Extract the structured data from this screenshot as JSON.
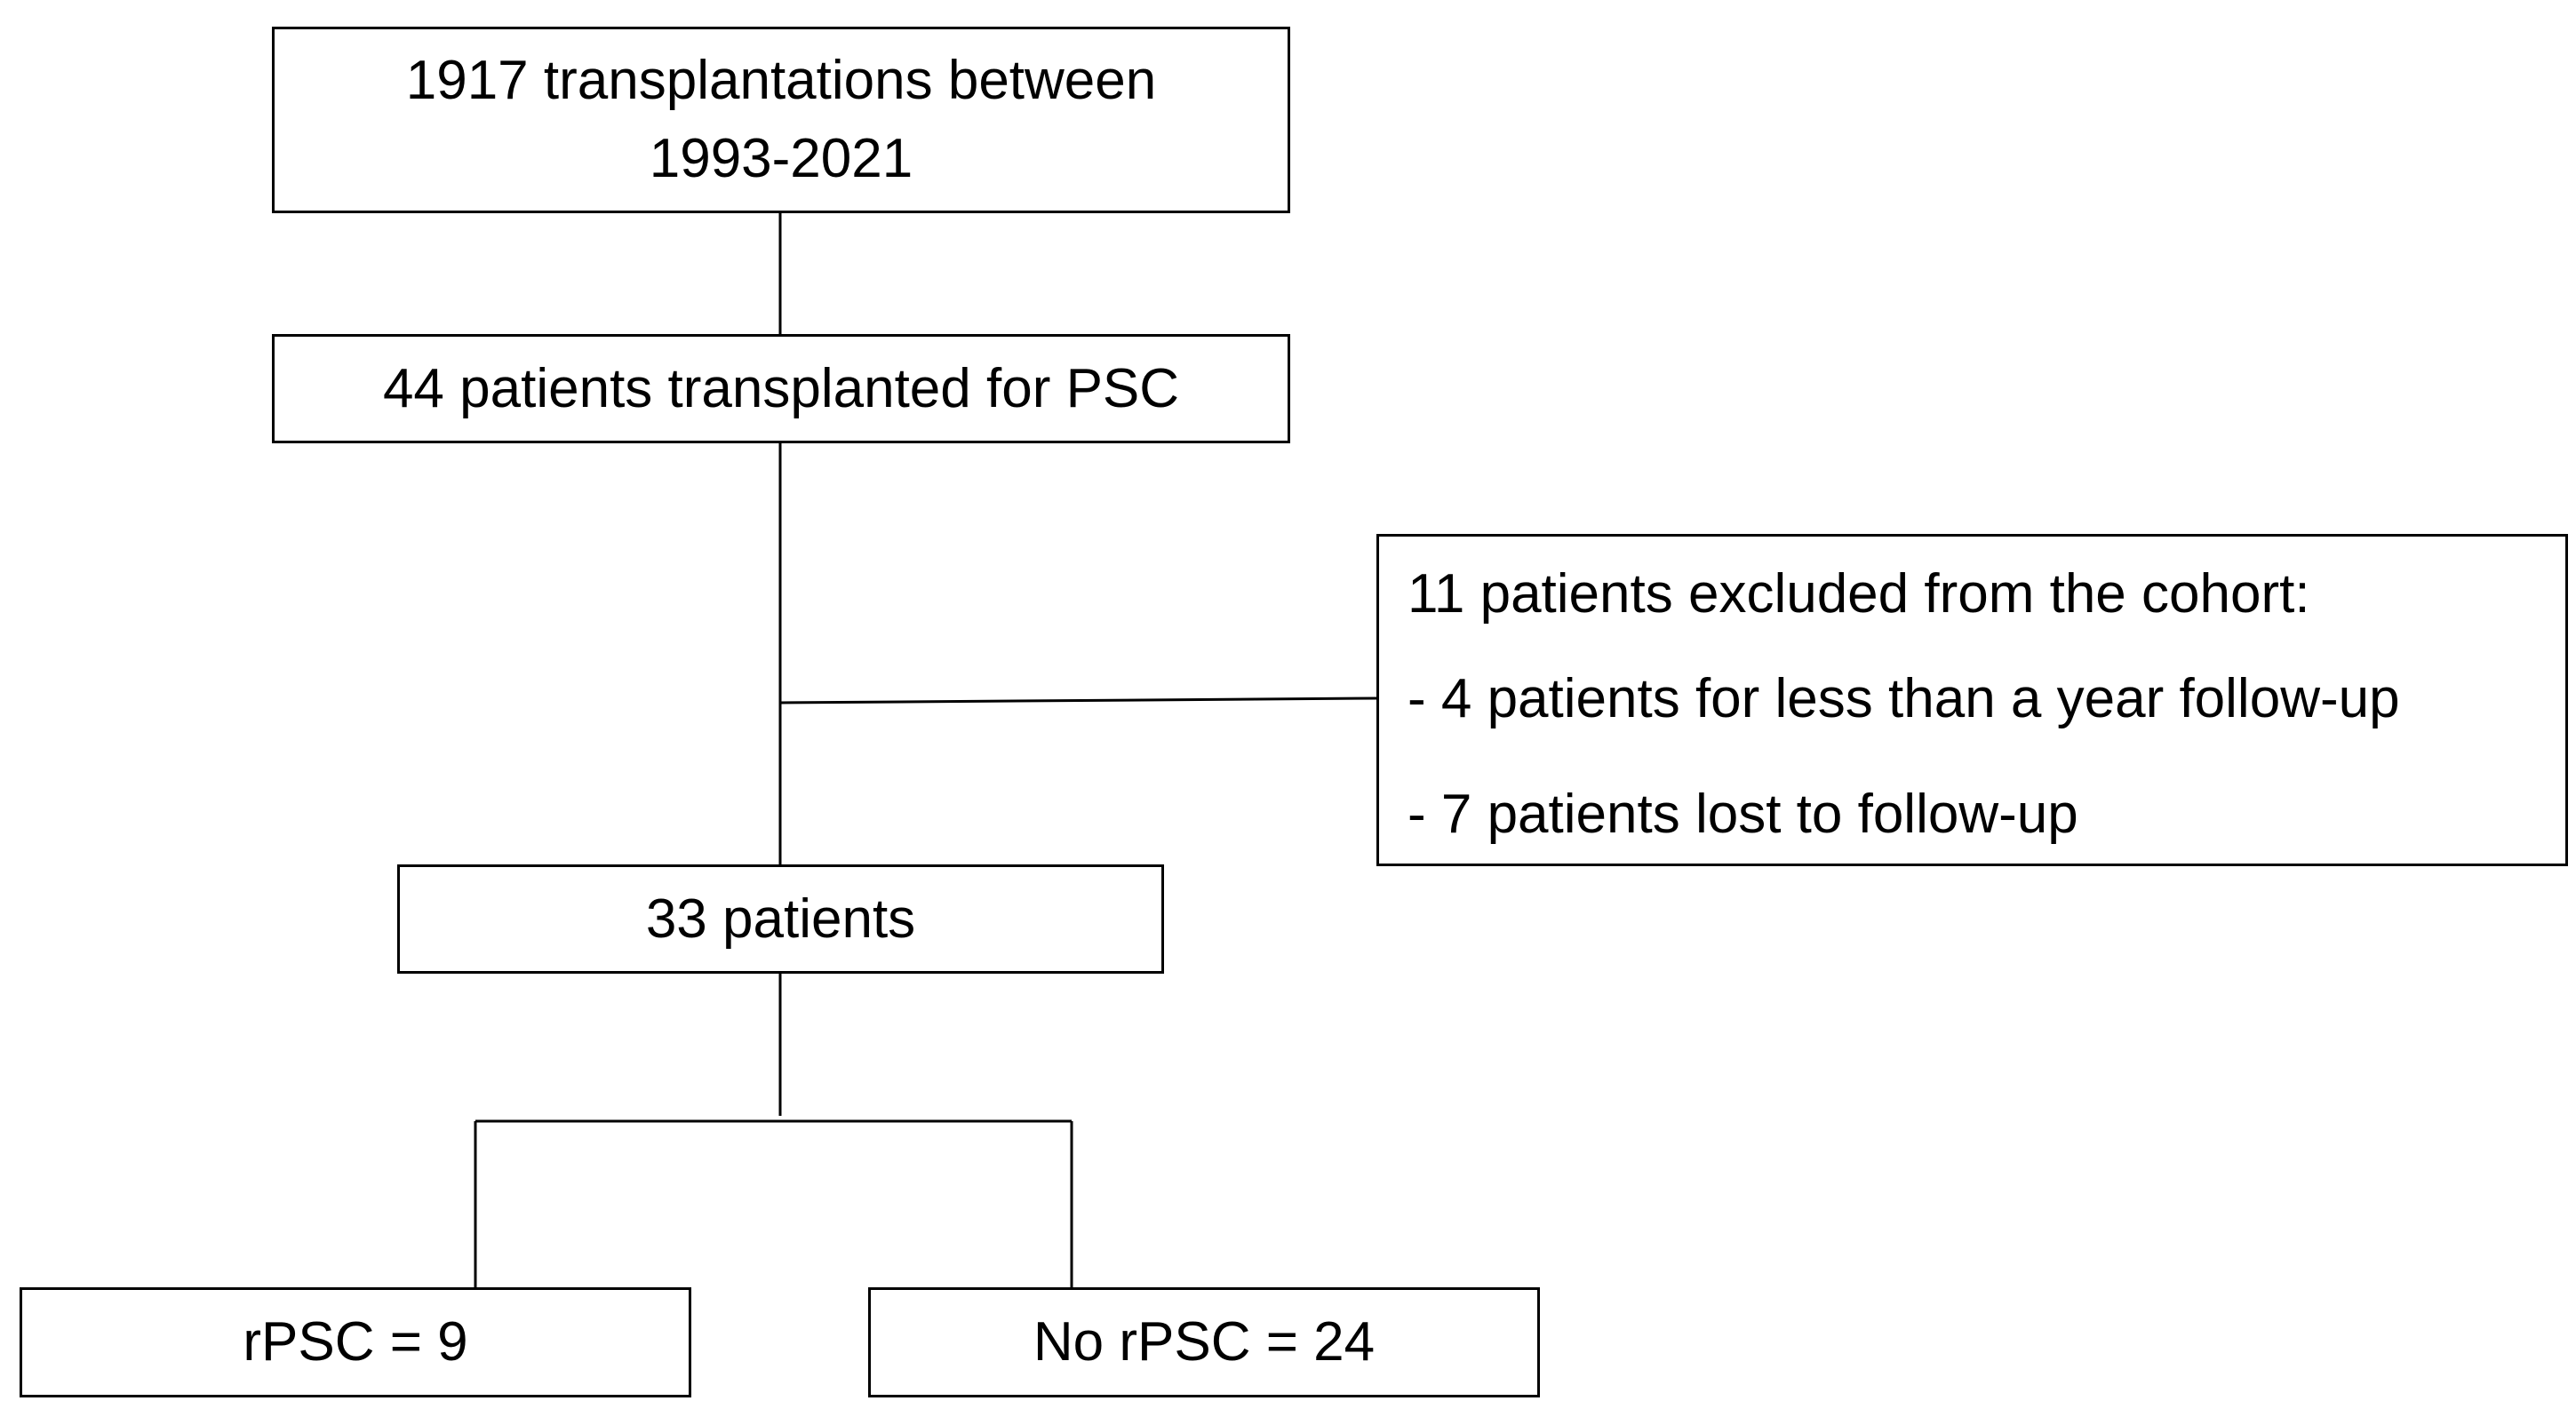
{
  "flowchart": {
    "total": {
      "line1": "1917 transplantations between",
      "line2": "1993-2021"
    },
    "psc": "44 patients transplanted for PSC",
    "excluded": {
      "heading": "11 patients excluded from the cohort:",
      "reasons": [
        "- 4 patients for less than a year follow-up",
        "- 7 patients lost to follow-up"
      ]
    },
    "cohort": "33 patients",
    "rpsc": "rPSC = 9",
    "no_rpsc": "No rPSC = 24"
  }
}
